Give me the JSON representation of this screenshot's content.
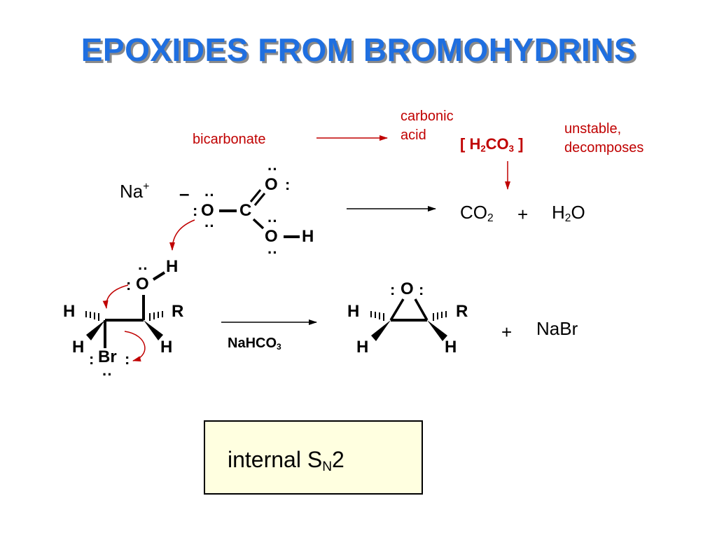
{
  "title": "EPOXIDES FROM BROMOHYDRINS",
  "labels": {
    "bicarbonate": "bicarbonate",
    "carbonic_line1": "carbonic",
    "carbonic_line2": "acid",
    "unstable_line1": "unstable,",
    "unstable_line2": "decomposes"
  },
  "carbonic_acid": {
    "open": "[ H",
    "sub1": "2",
    "mid": "CO",
    "sub2": "3",
    "close": " ]"
  },
  "sodium": {
    "symbol": "Na",
    "charge": "+"
  },
  "bicarbonate_ion": {
    "charge": "–",
    "o1": "O",
    "c": "C",
    "o2": "O",
    "o3": "O",
    "h": "H"
  },
  "products_top": {
    "co": "CO",
    "co_sub": "2",
    "plus": "+",
    "h": "H",
    "h_sub": "2",
    "o": "O"
  },
  "bromohydrin": {
    "o": "O",
    "h_oh": "H",
    "h_left": "H",
    "r": "R",
    "h_bl": "H",
    "br": "Br",
    "h_br": "H"
  },
  "reagent": {
    "text": "NaHCO",
    "sub": "3"
  },
  "epoxide": {
    "o": "O",
    "h_left": "H",
    "r": "R",
    "h_bl": "H",
    "h_br": "H"
  },
  "byproduct": {
    "plus": "+",
    "text": "NaBr"
  },
  "lone_pair": {
    "h": "··",
    "v": ":"
  },
  "sn2": {
    "text": "internal S",
    "sub": "N",
    "tail": "2"
  },
  "colors": {
    "title": "#1f6fe0",
    "annotation": "#c00000"
  }
}
